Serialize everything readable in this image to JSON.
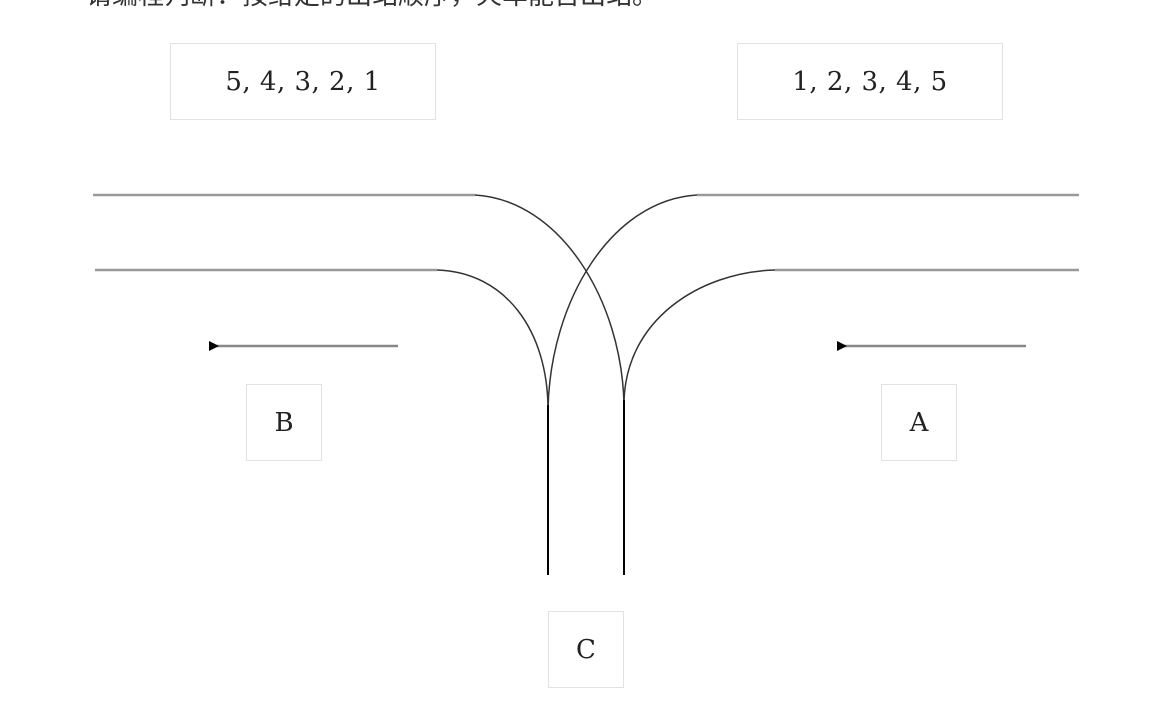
{
  "intro": {
    "text": "请编程判断：按给定的出站顺序，火车能否出站。"
  },
  "sequences": {
    "b_side": "5, 4, 3, 2, 1",
    "a_side": "1, 2, 3, 4, 5"
  },
  "labels": {
    "b": "B",
    "a": "A",
    "c": "C"
  },
  "colors": {
    "rail_straight": "#999999",
    "rail_curve": "#333333",
    "arrow": "#000000",
    "box_border": "#e2e2e2"
  }
}
